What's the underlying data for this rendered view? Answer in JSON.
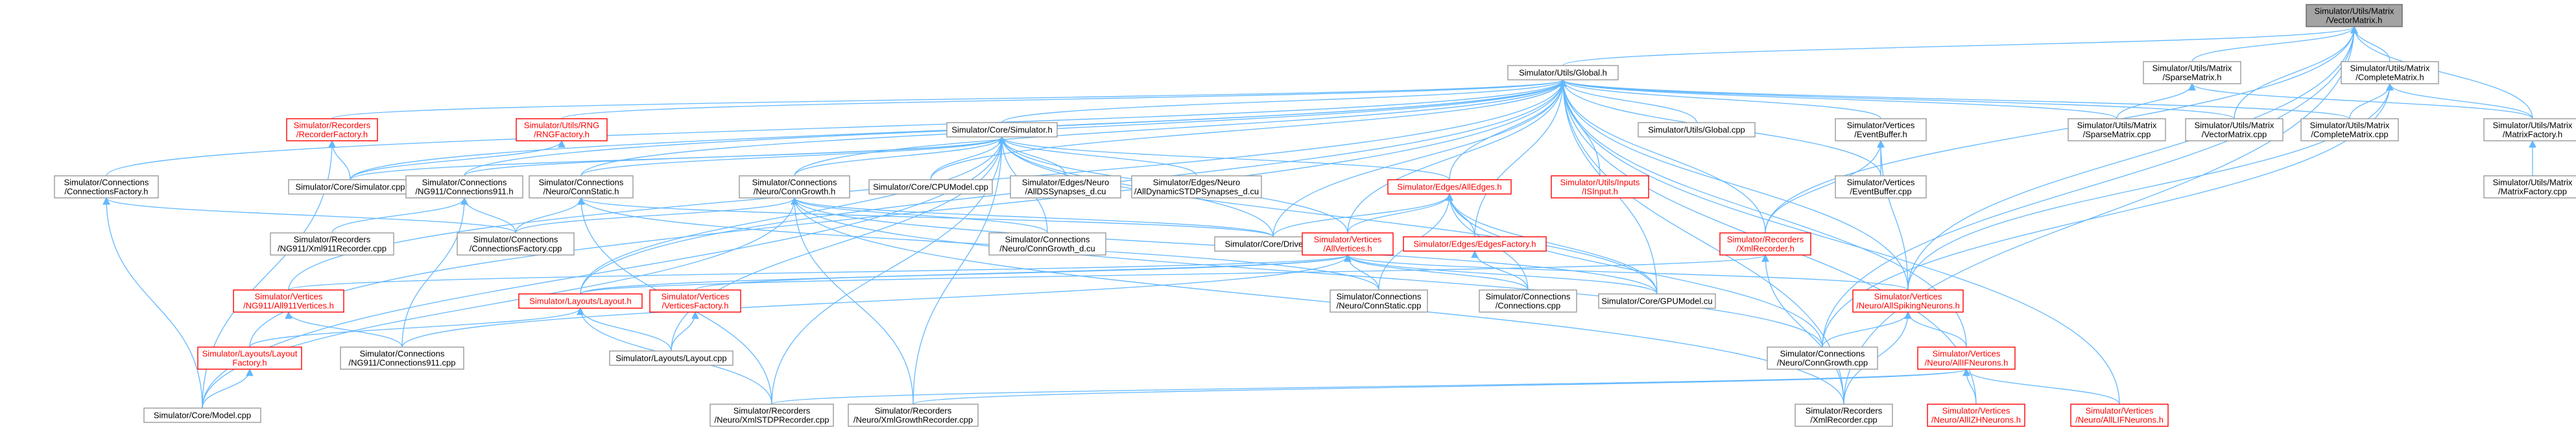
{
  "graph": {
    "colors": {
      "edge": "#63b8ff",
      "node_border": "#999999",
      "root_fill": "#a3a3a3",
      "red": "#ff0000"
    },
    "nodes": [
      {
        "id": "vm",
        "lines": [
          "Simulator/Utils/Matrix",
          "/VectorMatrix.h"
        ],
        "style": "root"
      },
      {
        "id": "global",
        "lines": [
          "Simulator/Utils/Global.h"
        ],
        "style": "normal"
      },
      {
        "id": "sparse",
        "lines": [
          "Simulator/Utils/Matrix",
          "/SparseMatrix.h"
        ],
        "style": "normal"
      },
      {
        "id": "complete",
        "lines": [
          "Simulator/Utils/Matrix",
          "/CompleteMatrix.h"
        ],
        "style": "normal"
      },
      {
        "id": "recfactory",
        "lines": [
          "Simulator/Recorders",
          "/RecorderFactory.h"
        ],
        "style": "red"
      },
      {
        "id": "rngfactory",
        "lines": [
          "Simulator/Utils/RNG",
          "/RNGFactory.h"
        ],
        "style": "red"
      },
      {
        "id": "simh",
        "lines": [
          "Simulator/Core/Simulator.h"
        ],
        "style": "normal"
      },
      {
        "id": "globalcpp",
        "lines": [
          "Simulator/Utils/Global.cpp"
        ],
        "style": "normal"
      },
      {
        "id": "eventbuf",
        "lines": [
          "Simulator/Vertices",
          "/EventBuffer.h"
        ],
        "style": "normal"
      },
      {
        "id": "sparsecpp",
        "lines": [
          "Simulator/Utils/Matrix",
          "/SparseMatrix.cpp"
        ],
        "style": "normal"
      },
      {
        "id": "vmcpp",
        "lines": [
          "Simulator/Utils/Matrix",
          "/VectorMatrix.cpp"
        ],
        "style": "normal"
      },
      {
        "id": "completecpp",
        "lines": [
          "Simulator/Utils/Matrix",
          "/CompleteMatrix.cpp"
        ],
        "style": "normal"
      },
      {
        "id": "matfactory",
        "lines": [
          "Simulator/Utils/Matrix",
          "/MatrixFactory.h"
        ],
        "style": "normal"
      },
      {
        "id": "matfactorycpp",
        "lines": [
          "Simulator/Utils/Matrix",
          "/MatrixFactory.cpp"
        ],
        "style": "normal"
      },
      {
        "id": "connfactory",
        "lines": [
          "Simulator/Connections",
          "/ConnectionsFactory.h"
        ],
        "style": "normal"
      },
      {
        "id": "simcpp",
        "lines": [
          "Simulator/Core/Simulator.cpp"
        ],
        "style": "normal"
      },
      {
        "id": "conn911",
        "lines": [
          "Simulator/Connections",
          "/NG911/Connections911.h"
        ],
        "style": "normal"
      },
      {
        "id": "connstatic",
        "lines": [
          "Simulator/Connections",
          "/Neuro/ConnStatic.h"
        ],
        "style": "normal"
      },
      {
        "id": "conngrowth",
        "lines": [
          "Simulator/Connections",
          "/Neuro/ConnGrowth.h"
        ],
        "style": "normal"
      },
      {
        "id": "cpumodel",
        "lines": [
          "Simulator/Core/CPUModel.cpp"
        ],
        "style": "normal"
      },
      {
        "id": "allds",
        "lines": [
          "Simulator/Edges/Neuro",
          "/AllDSSynapses_d.cu"
        ],
        "style": "normal"
      },
      {
        "id": "alldyn",
        "lines": [
          "Simulator/Edges/Neuro",
          "/AllDynamicSTDPSynapses_d.cu"
        ],
        "style": "normal"
      },
      {
        "id": "alledges",
        "lines": [
          "Simulator/Edges/AllEdges.h"
        ],
        "style": "red"
      },
      {
        "id": "isinput",
        "lines": [
          "Simulator/Utils/Inputs",
          "/ISInput.h"
        ],
        "style": "red"
      },
      {
        "id": "eventbufcpp",
        "lines": [
          "Simulator/Vertices",
          "/EventBuffer.cpp"
        ],
        "style": "normal"
      },
      {
        "id": "xmlrec",
        "lines": [
          "Simulator/Recorders",
          "/XmlRecorder.h"
        ],
        "style": "red"
      },
      {
        "id": "ng911rec",
        "lines": [
          "Simulator/Recorders",
          "/NG911/Xml911Recorder.cpp"
        ],
        "style": "normal"
      },
      {
        "id": "connfactorycpp",
        "lines": [
          "Simulator/Connections",
          "/ConnectionsFactory.cpp"
        ],
        "style": "normal"
      },
      {
        "id": "conngrowthcu",
        "lines": [
          "Simulator/Connections",
          "/Neuro/ConnGrowth_d.cu"
        ],
        "style": "normal"
      },
      {
        "id": "driver",
        "lines": [
          "Simulator/Core/Driver.cpp"
        ],
        "style": "normal"
      },
      {
        "id": "allvert",
        "lines": [
          "Simulator/Vertices",
          "/AllVertices.h"
        ],
        "style": "red"
      },
      {
        "id": "edgesfactory",
        "lines": [
          "Simulator/Edges/EdgesFactory.h"
        ],
        "style": "red"
      },
      {
        "id": "all911",
        "lines": [
          "Simulator/Vertices",
          "/NG911/All911Vertices.h"
        ],
        "style": "red"
      },
      {
        "id": "layouth",
        "lines": [
          "Simulator/Layouts/Layout.h"
        ],
        "style": "red"
      },
      {
        "id": "vertfactory",
        "lines": [
          "Simulator/Vertices",
          "/VerticesFactory.h"
        ],
        "style": "red"
      },
      {
        "id": "connstaticcpp",
        "lines": [
          "Simulator/Connections",
          "/Neuro/ConnStatic.cpp"
        ],
        "style": "normal"
      },
      {
        "id": "connectionscpp",
        "lines": [
          "Simulator/Connections",
          "/Connections.cpp"
        ],
        "style": "normal"
      },
      {
        "id": "gpumodel",
        "lines": [
          "Simulator/Core/GPUModel.cu"
        ],
        "style": "normal"
      },
      {
        "id": "allspiking",
        "lines": [
          "Simulator/Vertices",
          "/Neuro/AllSpikingNeurons.h"
        ],
        "style": "red"
      },
      {
        "id": "layoutfactory",
        "lines": [
          "Simulator/Layouts/Layout",
          "Factory.h"
        ],
        "style": "red"
      },
      {
        "id": "conn911cpp",
        "lines": [
          "Simulator/Connections",
          "/NG911/Connections911.cpp"
        ],
        "style": "normal"
      },
      {
        "id": "layoutcpp",
        "lines": [
          "Simulator/Layouts/Layout.cpp"
        ],
        "style": "normal"
      },
      {
        "id": "conngrowthcpp",
        "lines": [
          "Simulator/Connections",
          "/Neuro/ConnGrowth.cpp"
        ],
        "style": "normal"
      },
      {
        "id": "allif",
        "lines": [
          "Simulator/Vertices",
          "/Neuro/AllIFNeurons.h"
        ],
        "style": "red"
      },
      {
        "id": "modelcpp",
        "lines": [
          "Simulator/Core/Model.cpp"
        ],
        "style": "normal"
      },
      {
        "id": "xmlstdp",
        "lines": [
          "Simulator/Recorders",
          "/Neuro/XmlSTDPRecorder.cpp"
        ],
        "style": "normal"
      },
      {
        "id": "xmlgrowth",
        "lines": [
          "Simulator/Recorders",
          "/Neuro/XmlGrowthRecorder.cpp"
        ],
        "style": "normal"
      },
      {
        "id": "xmlreccpp",
        "lines": [
          "Simulator/Recorders",
          "/XmlRecorder.cpp"
        ],
        "style": "normal"
      },
      {
        "id": "allizh",
        "lines": [
          "Simulator/Vertices",
          "/Neuro/AllIZHNeurons.h"
        ],
        "style": "red"
      },
      {
        "id": "alllif",
        "lines": [
          "Simulator/Vertices",
          "/Neuro/AllLIFNeurons.h"
        ],
        "style": "red"
      }
    ],
    "edges": [
      [
        "vm",
        "global"
      ],
      [
        "vm",
        "sparse"
      ],
      [
        "vm",
        "complete"
      ],
      [
        "vm",
        "vmcpp"
      ],
      [
        "vm",
        "matfactory"
      ],
      [
        "vm",
        "xmlrec"
      ],
      [
        "vm",
        "allspiking"
      ],
      [
        "vm",
        "conngrowthcpp"
      ],
      [
        "vm",
        "xmlreccpp"
      ],
      [
        "global",
        "recfactory"
      ],
      [
        "global",
        "rngfactory"
      ],
      [
        "global",
        "simh"
      ],
      [
        "global",
        "globalcpp"
      ],
      [
        "global",
        "eventbuf"
      ],
      [
        "global",
        "sparsecpp"
      ],
      [
        "global",
        "vmcpp"
      ],
      [
        "global",
        "completecpp"
      ],
      [
        "global",
        "connfactory"
      ],
      [
        "global",
        "simcpp"
      ],
      [
        "global",
        "conn911"
      ],
      [
        "global",
        "connstatic"
      ],
      [
        "global",
        "conngrowth"
      ],
      [
        "global",
        "alledges"
      ],
      [
        "global",
        "isinput"
      ],
      [
        "global",
        "xmlrec"
      ],
      [
        "global",
        "driver"
      ],
      [
        "global",
        "allvert"
      ],
      [
        "global",
        "edgesfactory"
      ],
      [
        "global",
        "all911"
      ],
      [
        "global",
        "layoutfactory"
      ],
      [
        "global",
        "allspiking"
      ],
      [
        "global",
        "gpumodel"
      ],
      [
        "global",
        "allif"
      ],
      [
        "global",
        "allizh"
      ],
      [
        "global",
        "alllif"
      ],
      [
        "global",
        "xmlreccpp"
      ],
      [
        "global",
        "layouth"
      ],
      [
        "global",
        "eventbufcpp"
      ],
      [
        "global",
        "cpumodel"
      ],
      [
        "sparse",
        "sparsecpp"
      ],
      [
        "sparse",
        "matfactory"
      ],
      [
        "complete",
        "completecpp"
      ],
      [
        "complete",
        "matfactory"
      ],
      [
        "complete",
        "allspiking"
      ],
      [
        "complete",
        "conngrowthcpp"
      ],
      [
        "matfactory",
        "matfactorycpp"
      ],
      [
        "recfactory",
        "simcpp"
      ],
      [
        "recfactory",
        "modelcpp"
      ],
      [
        "rngfactory",
        "simcpp"
      ],
      [
        "simh",
        "simcpp"
      ],
      [
        "simh",
        "conn911"
      ],
      [
        "simh",
        "connstatic"
      ],
      [
        "simh",
        "conngrowth"
      ],
      [
        "simh",
        "cpumodel"
      ],
      [
        "simh",
        "allds"
      ],
      [
        "simh",
        "alldyn"
      ],
      [
        "simh",
        "alledges"
      ],
      [
        "simh",
        "allvert"
      ],
      [
        "simh",
        "driver"
      ],
      [
        "simh",
        "conngrowthcu"
      ],
      [
        "simh",
        "layouth"
      ],
      [
        "simh",
        "layoutcpp"
      ],
      [
        "simh",
        "xmlstdp"
      ],
      [
        "simh",
        "xmlgrowth"
      ],
      [
        "simh",
        "modelcpp"
      ],
      [
        "simh",
        "gpumodel"
      ],
      [
        "eventbuf",
        "eventbufcpp"
      ],
      [
        "eventbuf",
        "xmlrec"
      ],
      [
        "eventbuf",
        "allspiking"
      ],
      [
        "connfactory",
        "connfactorycpp"
      ],
      [
        "connfactory",
        "modelcpp"
      ],
      [
        "conn911",
        "ng911rec"
      ],
      [
        "conn911",
        "connfactorycpp"
      ],
      [
        "conn911",
        "conn911cpp"
      ],
      [
        "connstatic",
        "connfactorycpp"
      ],
      [
        "connstatic",
        "connstaticcpp"
      ],
      [
        "connstatic",
        "driver"
      ],
      [
        "connstatic",
        "xmlstdp"
      ],
      [
        "conngrowth",
        "connfactorycpp"
      ],
      [
        "conngrowth",
        "conngrowthcu"
      ],
      [
        "conngrowth",
        "conngrowthcpp"
      ],
      [
        "conngrowth",
        "driver"
      ],
      [
        "conngrowth",
        "xmlgrowth"
      ],
      [
        "conngrowth",
        "xmlreccpp"
      ],
      [
        "conngrowth",
        "modelcpp"
      ],
      [
        "conngrowth",
        "gpumodel"
      ],
      [
        "alledges",
        "allvert"
      ],
      [
        "alledges",
        "edgesfactory"
      ],
      [
        "alledges",
        "connstaticcpp"
      ],
      [
        "alledges",
        "connectionscpp"
      ],
      [
        "alledges",
        "gpumodel"
      ],
      [
        "alledges",
        "driver"
      ],
      [
        "alledges",
        "conngrowthcpp"
      ],
      [
        "xmlrec",
        "xmlreccpp"
      ],
      [
        "xmlrec",
        "layouth"
      ],
      [
        "allvert",
        "all911"
      ],
      [
        "allvert",
        "layouth"
      ],
      [
        "allvert",
        "vertfactory"
      ],
      [
        "allvert",
        "connstaticcpp"
      ],
      [
        "allvert",
        "connectionscpp"
      ],
      [
        "allvert",
        "gpumodel"
      ],
      [
        "allvert",
        "allspiking"
      ],
      [
        "allvert",
        "conn911cpp"
      ],
      [
        "edgesfactory",
        "connectionscpp"
      ],
      [
        "all911",
        "conn911cpp"
      ],
      [
        "layouth",
        "layoutfactory"
      ],
      [
        "layouth",
        "layoutcpp"
      ],
      [
        "layouth",
        "xmlstdp"
      ],
      [
        "vertfactory",
        "layoutcpp"
      ],
      [
        "allspiking",
        "allif"
      ],
      [
        "allspiking",
        "conngrowthcpp"
      ],
      [
        "allspiking",
        "xmlreccpp"
      ],
      [
        "allif",
        "allizh"
      ],
      [
        "allif",
        "alllif"
      ],
      [
        "allif",
        "xmlstdp"
      ],
      [
        "allif",
        "xmlgrowth"
      ],
      [
        "layoutfactory",
        "modelcpp"
      ]
    ]
  }
}
